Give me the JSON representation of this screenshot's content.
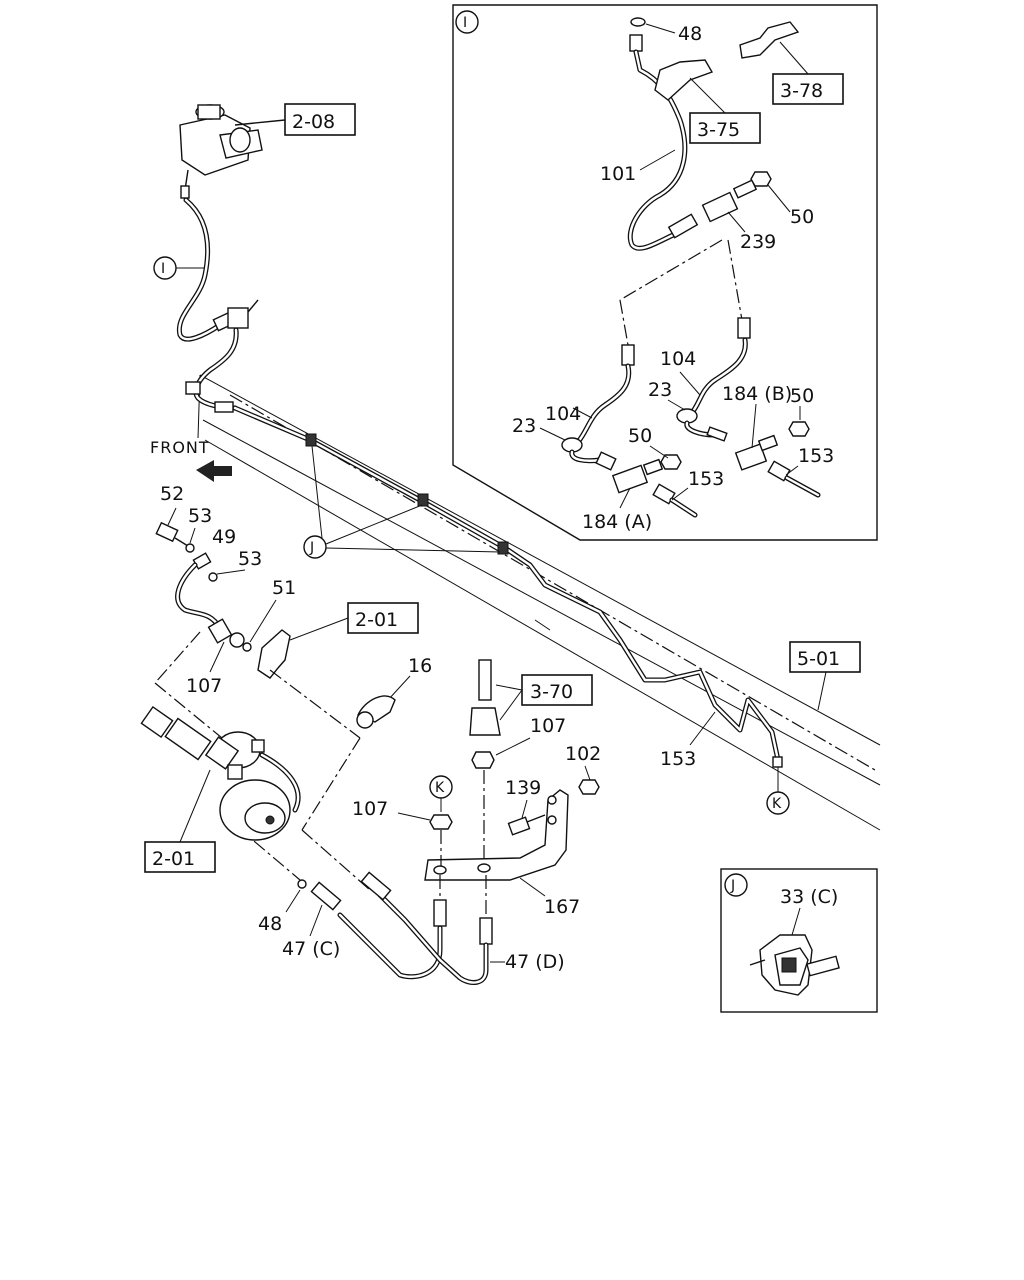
{
  "front_label": "FRONT",
  "refs": {
    "r208": "2-08",
    "r201a": "2-01",
    "r201b": "2-01",
    "r370": "3-70",
    "r501": "5-01",
    "r375": "3-75",
    "r378": "3-78"
  },
  "circles": {
    "I_main": "I",
    "I_inset": "I",
    "J_inset": "J",
    "J_main": "J",
    "K_top": "K",
    "K_bottom": "K"
  },
  "callouts": {
    "c52": "52",
    "c53a": "53",
    "c49": "49",
    "c53b": "53",
    "c51": "51",
    "c107a": "107",
    "c16": "16",
    "c107b": "107",
    "c107c": "107",
    "c102": "102",
    "c139": "139",
    "c167": "167",
    "c153a": "153",
    "c48a": "48",
    "c47c": "47 (C)",
    "c47d": "47 (D)",
    "i48": "48",
    "i101": "101",
    "i50a": "50",
    "i239": "239",
    "i104a": "104",
    "i104b": "104",
    "i23a": "23",
    "i23b": "23",
    "i50b": "50",
    "i50c": "50",
    "i184b": "184 (B)",
    "i153a": "153",
    "i153b": "153",
    "i184a": "184 (A)",
    "j33c": "33 (C)"
  }
}
